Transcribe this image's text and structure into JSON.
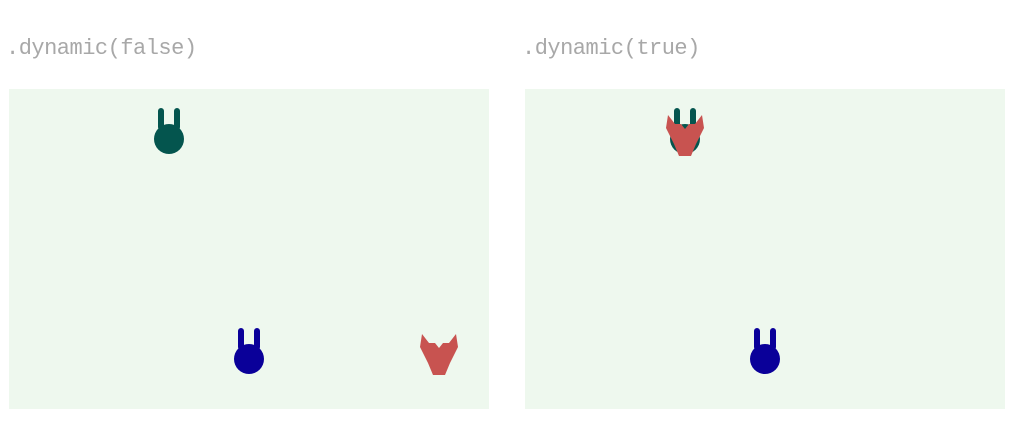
{
  "colors": {
    "scene_bg": "#eef8ee",
    "bunny_teal": "#04554e",
    "bunny_blue": "#0a0099",
    "fox_red": "#c85350",
    "label_gray": "#a8a8a8"
  },
  "panels": [
    {
      "label": ".dynamic(false)",
      "characters": [
        {
          "name": "bunny-teal",
          "kind": "bunny",
          "color": "#04554e"
        },
        {
          "name": "bunny-blue",
          "kind": "bunny",
          "color": "#0a0099"
        },
        {
          "name": "fox",
          "kind": "fox",
          "color": "#c85350"
        }
      ]
    },
    {
      "label": ".dynamic(true)",
      "characters": [
        {
          "name": "bunny-teal",
          "kind": "bunny",
          "color": "#04554e"
        },
        {
          "name": "fox",
          "kind": "fox",
          "color": "#c85350"
        },
        {
          "name": "bunny-blue",
          "kind": "bunny",
          "color": "#0a0099"
        }
      ]
    }
  ]
}
